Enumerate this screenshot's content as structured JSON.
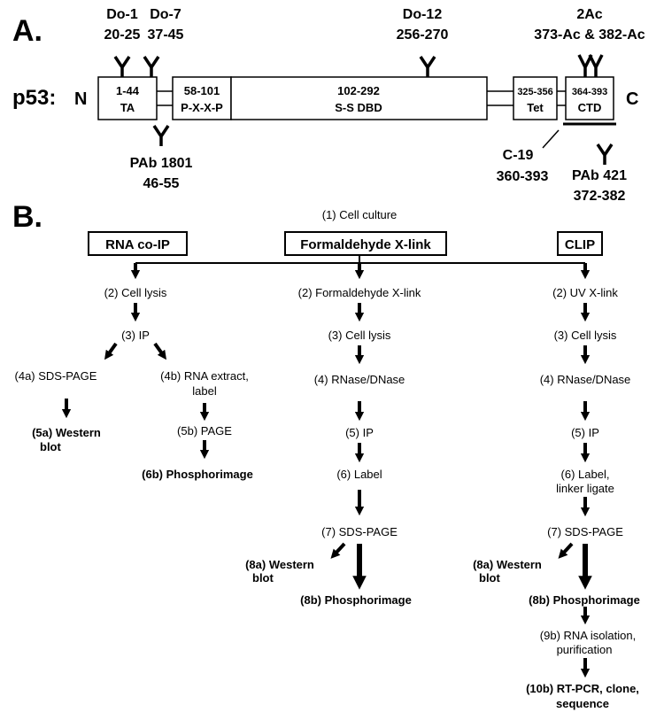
{
  "panel_a": {
    "label": "A.",
    "protein": "p53:",
    "n_term": "N",
    "c_term": "C",
    "domains": [
      {
        "range": "1-44",
        "name": "TA"
      },
      {
        "range": "58-101",
        "name": "P-X-X-P"
      },
      {
        "range": "102-292",
        "name": "S-S DBD"
      },
      {
        "range": "325-356",
        "name": "Tet"
      },
      {
        "range": "364-393",
        "name": "CTD"
      }
    ],
    "antibodies_top": [
      {
        "name": "Do-1",
        "epitope": "20-25"
      },
      {
        "name": "Do-7",
        "epitope": "37-45"
      },
      {
        "name": "Do-12",
        "epitope": "256-270"
      },
      {
        "name": "2Ac",
        "epitope": "373-Ac & 382-Ac"
      }
    ],
    "antibodies_bottom": [
      {
        "name": "PAb 1801",
        "epitope": "46-55"
      },
      {
        "name": "C-19",
        "epitope": "360-393"
      },
      {
        "name": "PAb 421",
        "epitope": "372-382"
      }
    ]
  },
  "panel_b": {
    "label": "B.",
    "start": "(1) Cell culture",
    "columns": [
      {
        "title": "RNA co-IP",
        "steps": [
          "(2) Cell lysis",
          "(3) IP",
          "(4a) SDS-PAGE",
          "(4b) RNA extract,",
          "label",
          "(5a) Western",
          "blot",
          "(5b) PAGE",
          "(6b) Phosphorimage"
        ]
      },
      {
        "title": "Formaldehyde X-link",
        "steps": [
          "(2) Formaldehyde X-link",
          "(3) Cell lysis",
          "(4) RNase/DNase",
          "(5) IP",
          "(6) Label",
          "(7) SDS-PAGE",
          "(8a) Western",
          "blot",
          "(8b) Phosphorimage"
        ]
      },
      {
        "title": "CLIP",
        "steps": [
          "(2) UV X-link",
          "(3) Cell lysis",
          "(4) RNase/DNase",
          "(5) IP",
          "(6) Label,",
          "linker ligate",
          "(7) SDS-PAGE",
          "(8a) Western",
          "blot",
          "(8b) Phosphorimage",
          "(9b) RNA isolation,",
          "purification",
          "(10b) RT-PCR, clone,",
          "sequence"
        ]
      }
    ]
  }
}
